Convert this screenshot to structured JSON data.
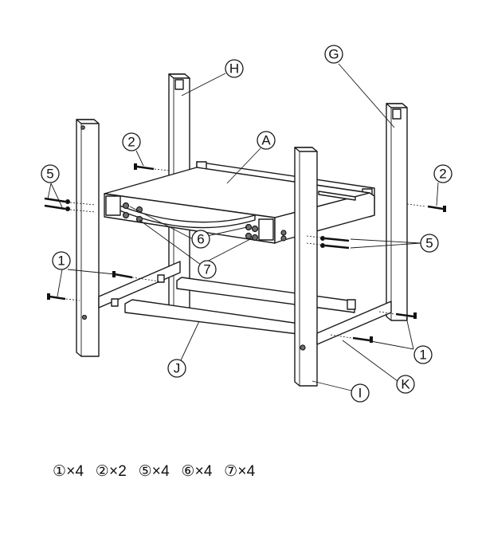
{
  "callouts": {
    "A": "A",
    "G": "G",
    "H": "H",
    "I": "I",
    "J": "J",
    "K": "K",
    "one": "1",
    "two": "2",
    "five": "5",
    "six": "6",
    "seven": "7"
  },
  "hardware_summary": [
    "①×4",
    "②×2",
    "⑤×4",
    "⑥×4",
    "⑦×4"
  ]
}
